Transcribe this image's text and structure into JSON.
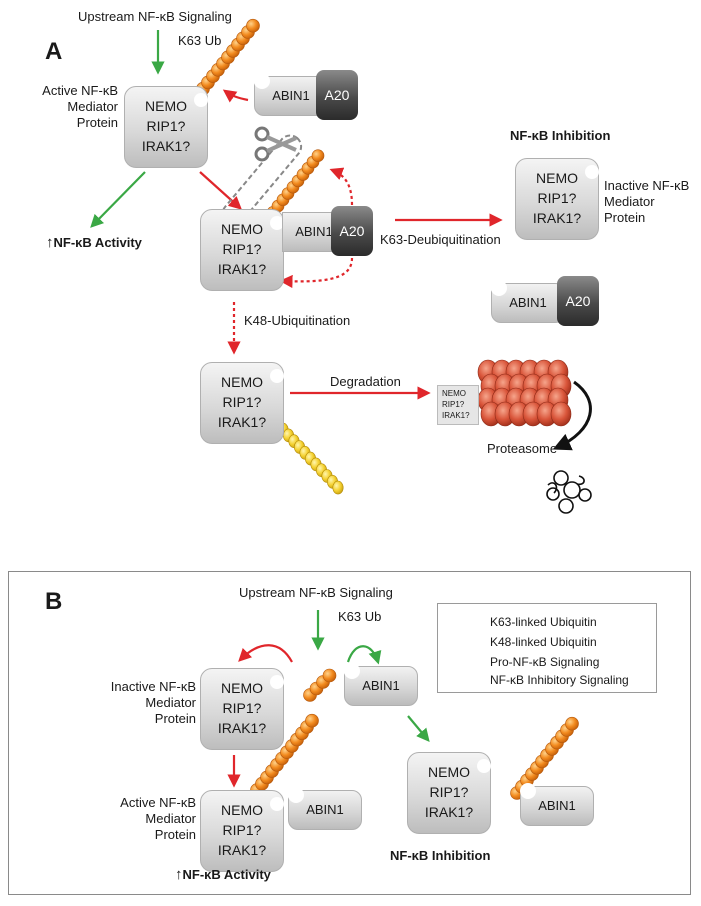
{
  "panel_a": {
    "letter": "A",
    "upstream_label": "Upstream NF-κB Signaling",
    "k63_ub_label": "K63 Ub",
    "active_mediator_label": [
      "Active NF-κB",
      "Mediator",
      "Protein"
    ],
    "inhibition_title": "NF-κB Inhibition",
    "inactive_mediator_label": [
      "Inactive NF-κB",
      "Mediator",
      "Protein"
    ],
    "activity_label": "NF-κB Activity",
    "activity_arrow": "↑",
    "deubiq_label": "K63-Deubiquitination",
    "k48_label": "K48-Ubiquitination",
    "degradation_label": "Degradation",
    "proteasome_label": "Proteasome",
    "small_box": [
      "NEMO",
      "RIP1?",
      "IRAK1?"
    ]
  },
  "panel_b": {
    "letter": "B",
    "upstream_label": "Upstream NF-κB Signaling",
    "k63_ub_label": "K63 Ub",
    "inactive_mediator_label": [
      "Inactive NF-κB",
      "Mediator",
      "Protein"
    ],
    "active_mediator_label": [
      "Active NF-κB",
      "Mediator",
      "Protein"
    ],
    "activity_label": "NF-κB Activity",
    "activity_arrow": "↑",
    "inhibition_title": "NF-κB Inhibition"
  },
  "protein_lines": [
    "NEMO",
    "RIP1?",
    "IRAK1?"
  ],
  "abin1_label": "ABIN1",
  "a20_label": "A20",
  "legend": {
    "items": [
      {
        "label": "K63-linked Ubiquitin",
        "kind": "orange-ball"
      },
      {
        "label": "K48-linked Ubiquitin",
        "kind": "yellow-ball"
      },
      {
        "label": "Pro-NF-κB Signaling",
        "kind": "green-arrow"
      },
      {
        "label": "NF-κB Inhibitory Signaling",
        "kind": "red-arrow"
      }
    ]
  },
  "colors": {
    "green": "#3aa845",
    "red": "#e0262b",
    "orange": "#f28a1e",
    "yellow": "#f5d232",
    "proteasome": "#d9553a"
  }
}
